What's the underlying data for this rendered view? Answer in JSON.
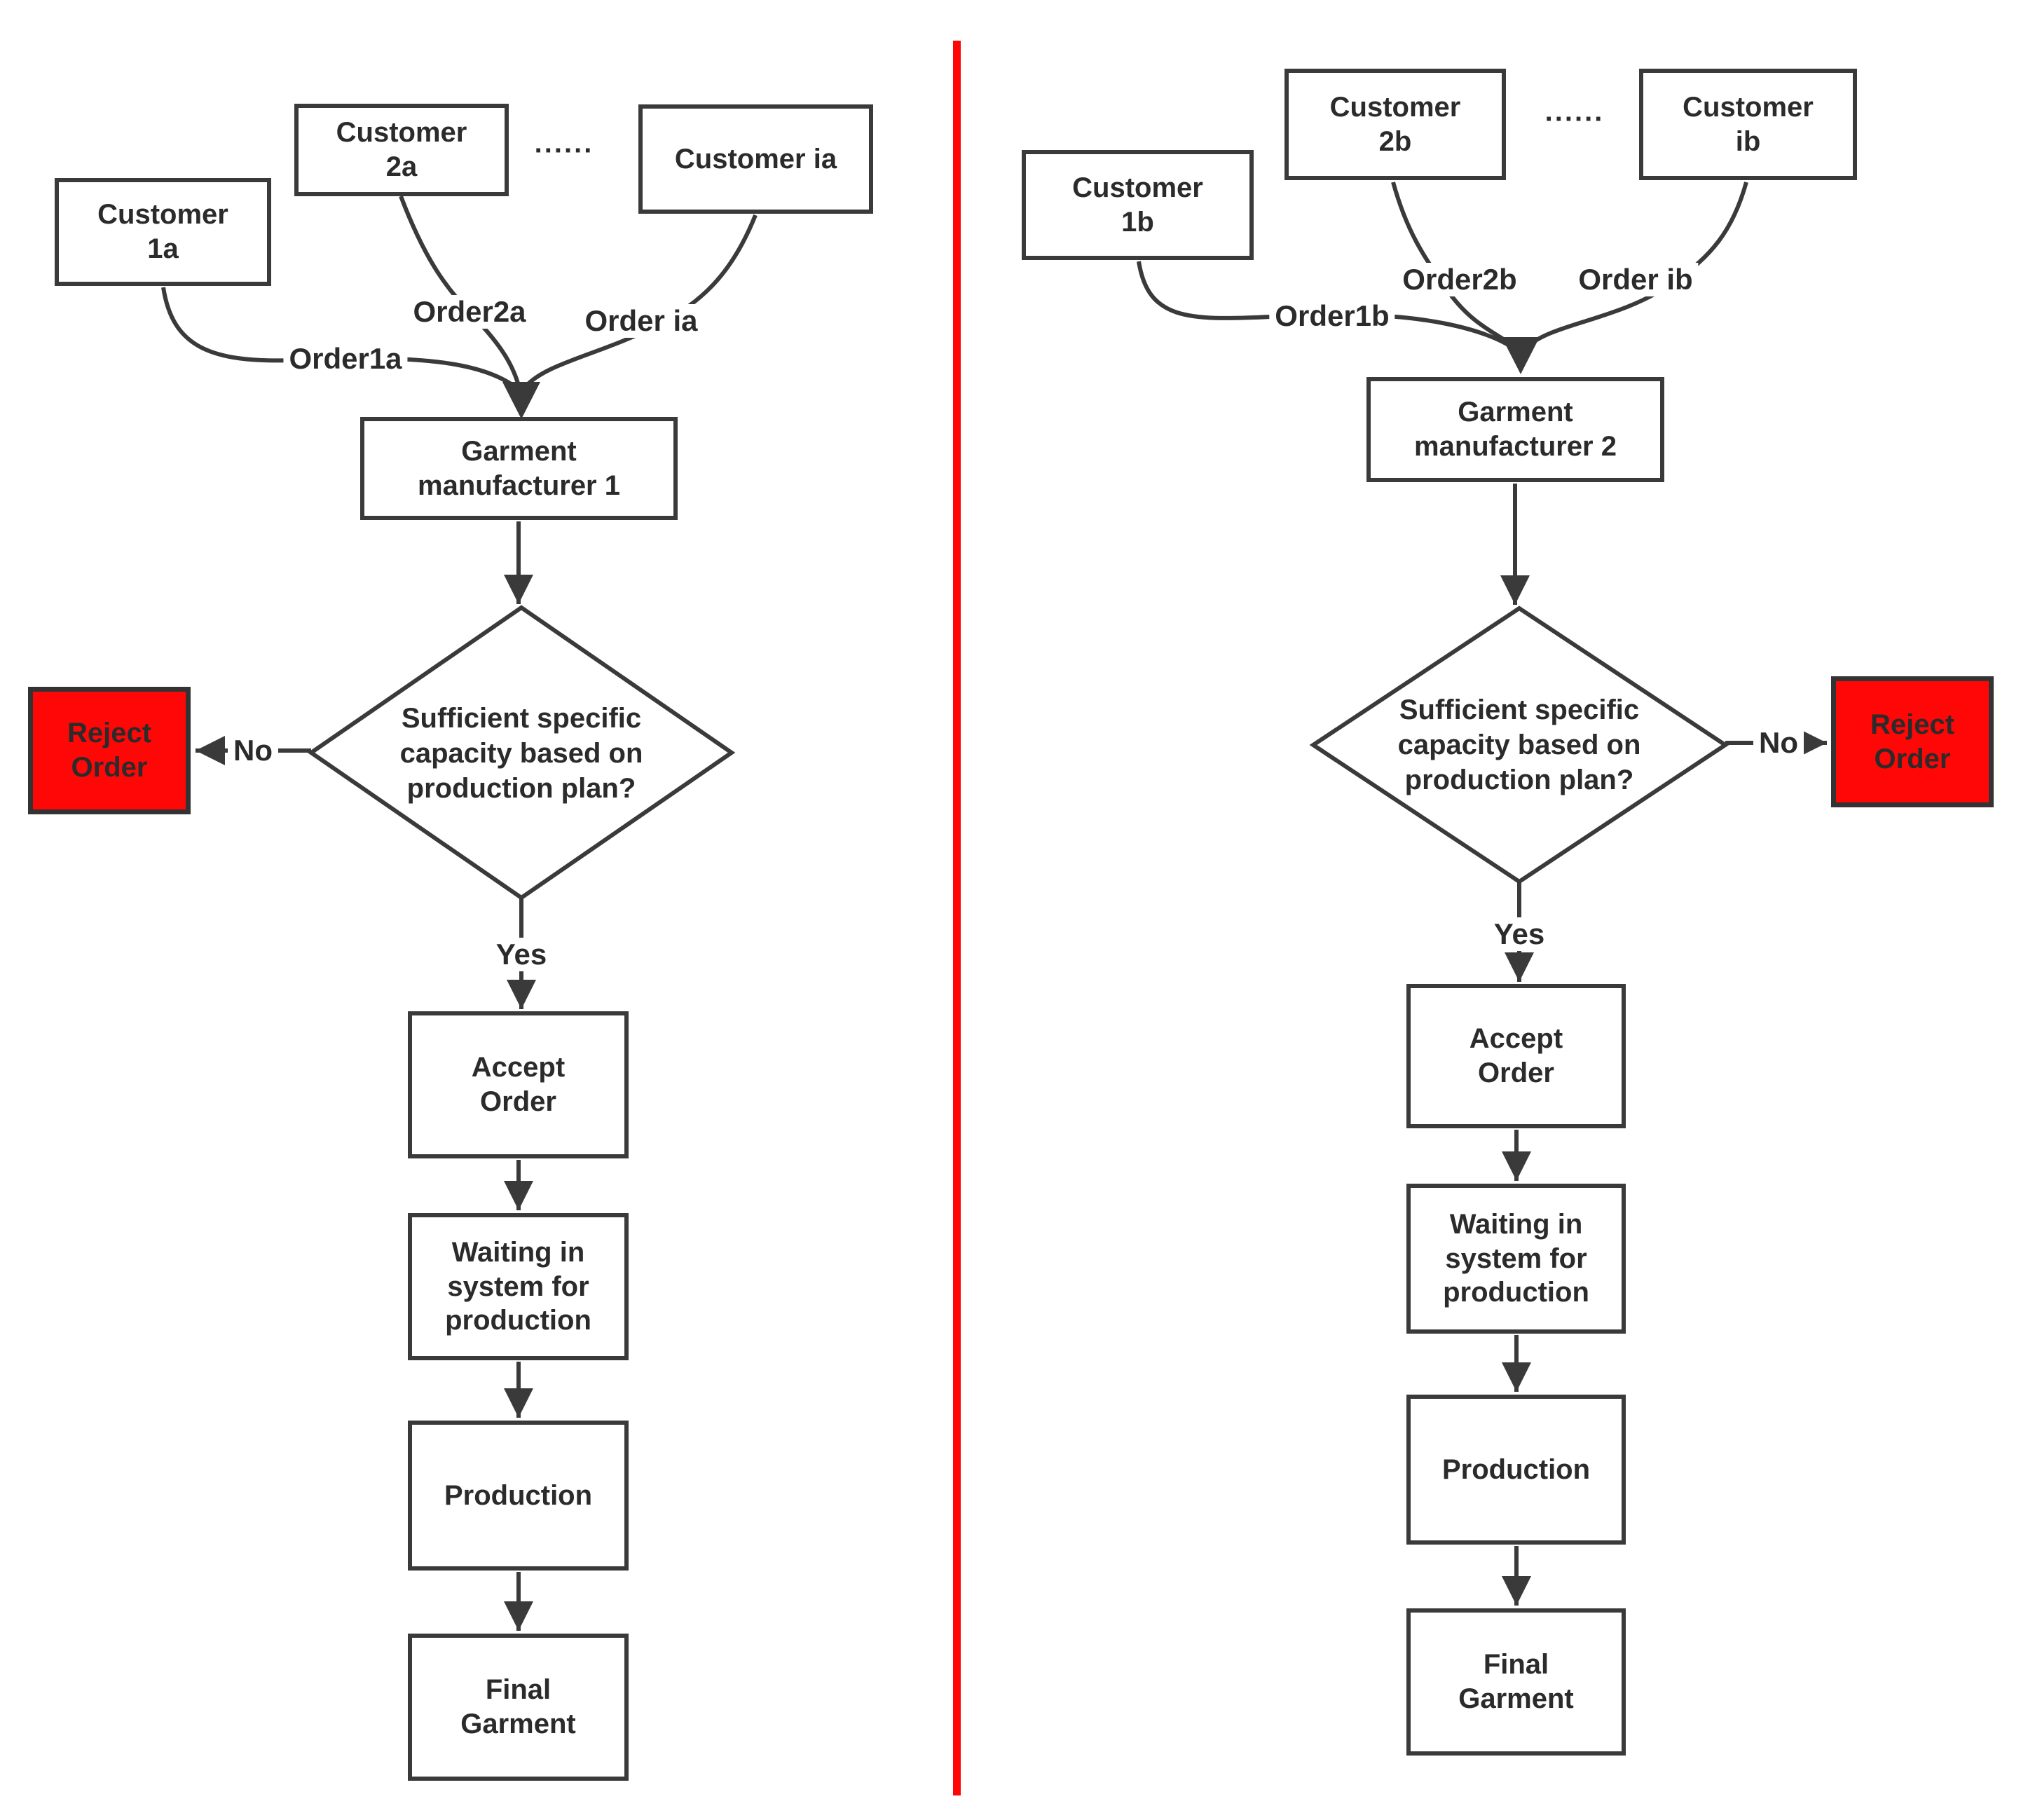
{
  "colors": {
    "divider_red": "#ff0707",
    "reject_box_red": "#ff0707",
    "line_stroke": "#3a3a3a",
    "text": "#2b2b2b",
    "background": "#ffffff"
  },
  "left_flow": {
    "customer1": "Customer\n1a",
    "customer2": "Customer\n2a",
    "dots": "......",
    "customer_i": "Customer ia",
    "order1": "Order1a",
    "order2": "Order2a",
    "order_i": "Order ia",
    "manufacturer": "Garment\nmanufacturer 1",
    "decision": "Sufficient specific\ncapacity based on\nproduction plan?",
    "no_label": "No",
    "yes_label": "Yes",
    "reject": "Reject\nOrder",
    "accept": "Accept\nOrder",
    "waiting": "Waiting in\nsystem for\nproduction",
    "production": "Production",
    "final": "Final\nGarment"
  },
  "right_flow": {
    "customer1": "Customer\n1b",
    "customer2": "Customer\n2b",
    "dots": "......",
    "customer_i": "Customer\nib",
    "order1": "Order1b",
    "order2": "Order2b",
    "order_i": "Order ib",
    "manufacturer": "Garment\nmanufacturer 2",
    "decision": "Sufficient specific\ncapacity based on\nproduction plan?",
    "no_label": "No",
    "yes_label": "Yes",
    "reject": "Reject\nOrder",
    "accept": "Accept\nOrder",
    "waiting": "Waiting in\nsystem for\nproduction",
    "production": "Production",
    "final": "Final\nGarment"
  }
}
